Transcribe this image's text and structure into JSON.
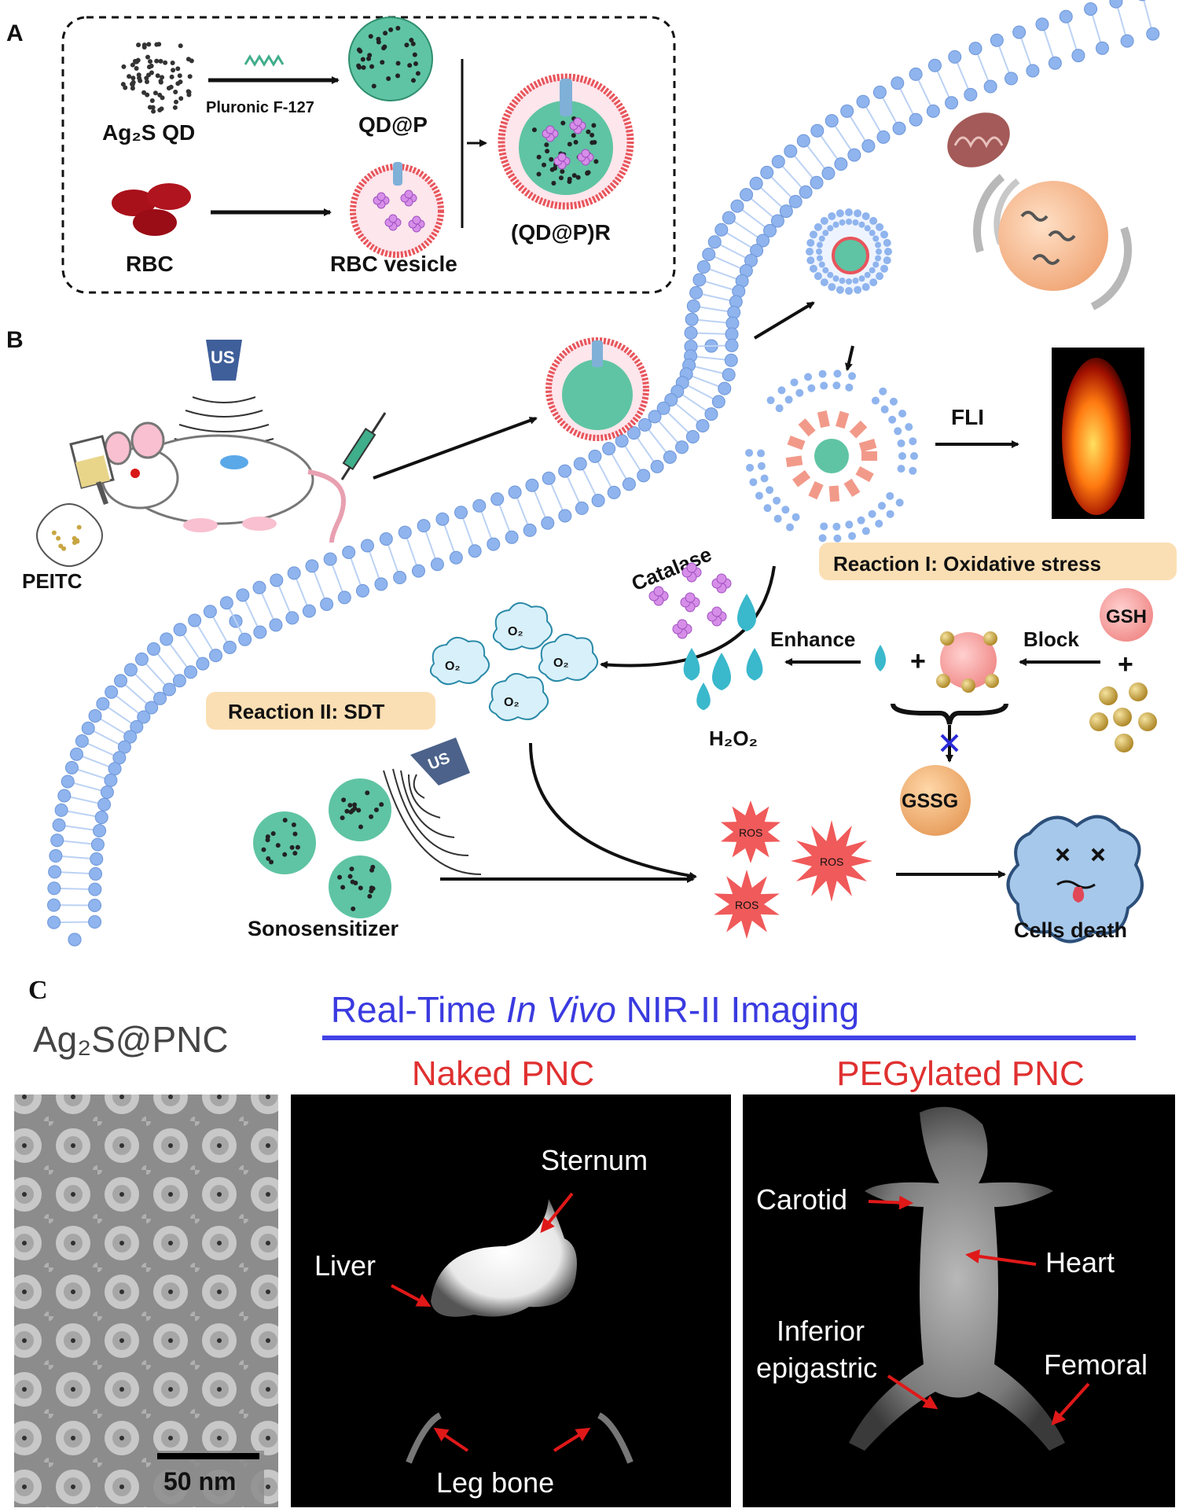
{
  "panel_a": {
    "label": "A",
    "ag2s_qd": "Ag₂S QD",
    "pluronic": "Pluronic F-127",
    "qd_p": "QD@P",
    "rbc": "RBC",
    "rbc_vesicle": "RBC vesicle",
    "qd_p_r": "(QD@P)R"
  },
  "panel_b": {
    "label": "B",
    "us_top": "US",
    "peitc": "PEITC",
    "fli": "FLI",
    "catalase": "Catalase",
    "reaction1": "Reaction I: Oxidative stress",
    "reaction2": "Reaction II: SDT",
    "enhance": "Enhance",
    "block": "Block",
    "gsh": "GSH",
    "plus": "+",
    "h2o2": "H₂O₂",
    "o2": "O₂",
    "gssg": "GSSG",
    "us_bottom": "US",
    "ros": "ROS",
    "sonosensitizer": "Sonosensitizer",
    "cells_death": "Cells death"
  },
  "panel_c": {
    "label": "C",
    "ag2s_pnc": "Ag₂S@PNC",
    "header": "Real-Time In Vivo NIR-II Imaging",
    "header_pre": "Real-Time ",
    "header_ital": "In Vivo",
    "header_post": " NIR-II Imaging",
    "naked": "Naked PNC",
    "pegylated": "PEGylated PNC",
    "scale": "50 nm",
    "sternum": "Sternum",
    "liver": "Liver",
    "leg_bone": "Leg bone",
    "carotid": "Carotid",
    "heart": "Heart",
    "inferior": "Inferior",
    "epigastric": "epigastric",
    "femoral": "Femoral"
  },
  "colors": {
    "lipid": "#8fb4ee",
    "qd_green": "#3fae8a",
    "rbc_red": "#a8101a",
    "arrow_red": "#e01818",
    "header_blue": "#3a3ae0",
    "label_red": "#e03030",
    "ros": "#f05a5a",
    "drop": "#3ab8cc",
    "gold": "#c8a642",
    "catalase": "#c070d8"
  }
}
